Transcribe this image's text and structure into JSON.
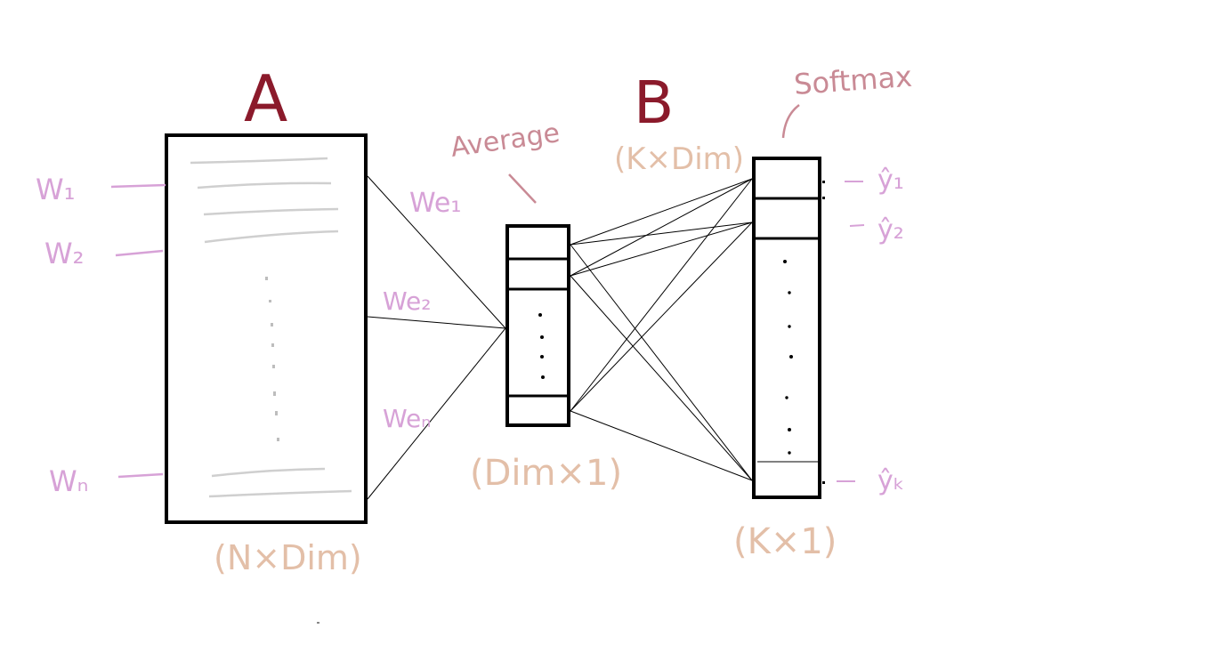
{
  "labels": {
    "matrix_a": "A",
    "matrix_b": "B",
    "softmax": "Softmax",
    "average": "Average",
    "dim_a": "(N×Dim)",
    "dim_b": "(K×Dim)",
    "dim_avg": "(Dim×1)",
    "dim_out": "(K×1)"
  },
  "inputs": [
    "W₁",
    "W₂",
    "Wₙ"
  ],
  "embeddings": [
    "We₁",
    "We₂",
    "Weₙ"
  ],
  "outputs": [
    "ŷ₁",
    "ŷ₂",
    "ŷₖ"
  ],
  "colors": {
    "title": "#8b1a2b",
    "annotation": "#c98a95",
    "dimension": "#e3bfa8",
    "input": "#d7a2d7",
    "line": "#000000",
    "row": "#cfcfcf"
  }
}
